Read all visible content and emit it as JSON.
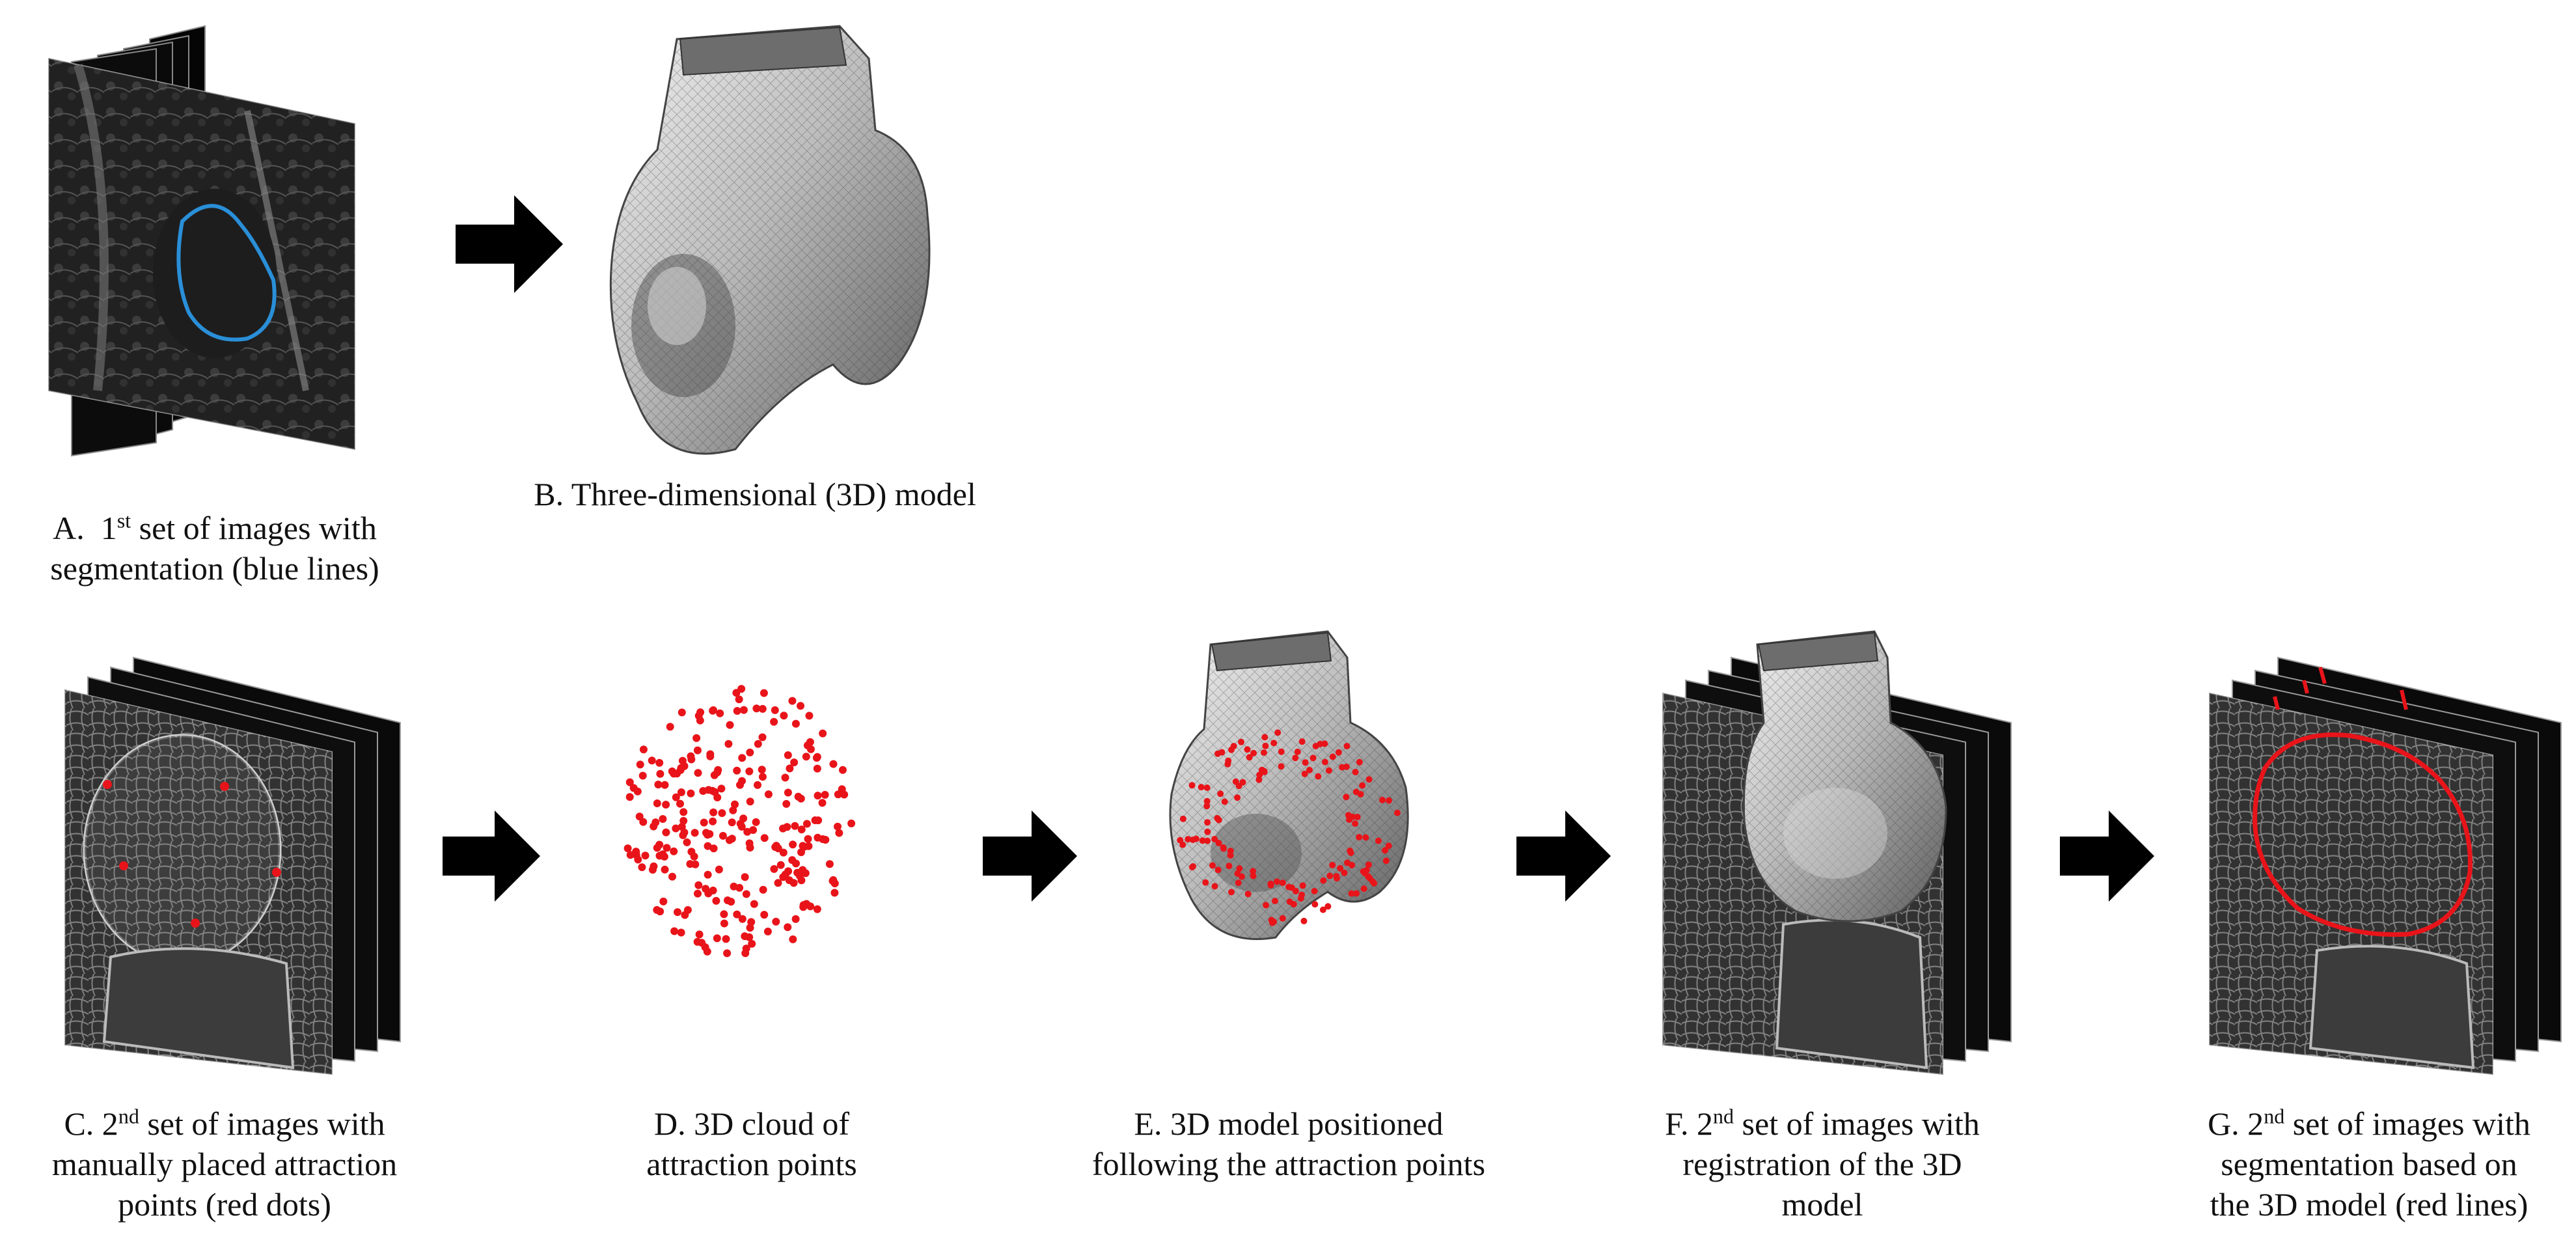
{
  "panels": {
    "A": {
      "letter": "A.",
      "pre": "1",
      "sup": "st",
      "post": "set of images with",
      "line2": "segmentation (blue lines)",
      "contour_color": "#2a8fd8"
    },
    "B": {
      "caption": "B. Three-dimensional (3D) model"
    },
    "C": {
      "pre": "C. 2",
      "sup": "nd",
      "post": "set of images with",
      "line2": "manually placed attraction",
      "line3": "points (red dots)"
    },
    "D": {
      "line1": "D. 3D cloud of",
      "line2": "attraction points"
    },
    "E": {
      "line1": "E. 3D model positioned",
      "line2": "following the attraction points"
    },
    "F": {
      "pre": "F. 2",
      "sup": "nd",
      "post": "set of images with",
      "line2": "registration of the 3D",
      "line3": "model"
    },
    "G": {
      "pre": "G. 2",
      "sup": "nd",
      "post": "set of images with",
      "line2": "segmentation based on",
      "line3": "the 3D model (red lines)"
    }
  },
  "colors": {
    "annotation_red": "#e8141a",
    "arrow": "#000000",
    "mri_bg": "#0c0c0c"
  }
}
